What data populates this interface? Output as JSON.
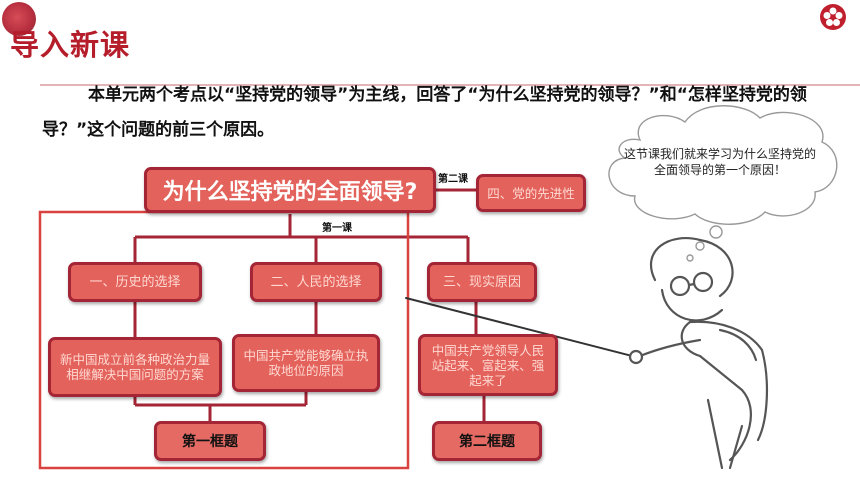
{
  "header": {
    "title": "导入新课"
  },
  "intro": {
    "text": "本单元两个考点以“坚持党的领导”为主线，回答了“为什么坚持党的领导？”和“怎样坚持党的领导？”这个问题的前三个原因。"
  },
  "diagram": {
    "main_question": "为什么坚持党的全面领导?",
    "label_lesson1": "第一课",
    "label_lesson2": "第二课",
    "reason1": "一、历史的选择",
    "reason2": "二、人民的选择",
    "reason3": "三、现实原因",
    "reason4": "四、党的先进性",
    "detail1": "新中国成立前各种政治力量相继解决中国问题的方案",
    "detail2": "中国共产党能够确立执政地位的原因",
    "detail3": "中国共产党领导人民站起来、富起来、强起来了",
    "frame1": "第一框题",
    "frame2": "第二框题"
  },
  "thought": {
    "text": "这节课我们就来学习为什么坚持党的全面领导的第一个原因！"
  },
  "colors": {
    "accent": "#b51d2b",
    "box_fill": "#e3625b",
    "box_border": "#a42535"
  },
  "icons": {
    "logo": "red-seal-icon",
    "corner": "plum-flower-icon"
  }
}
